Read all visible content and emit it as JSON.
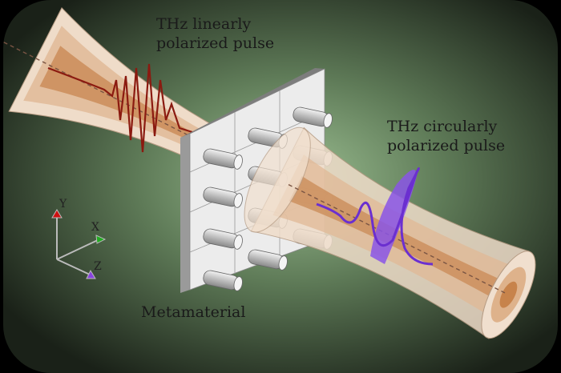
{
  "labels": {
    "linear_pulse": [
      "THz linearly",
      "polarized pulse"
    ],
    "circular_pulse": [
      "THz circularly",
      "polarized pulse"
    ],
    "metamaterial": "Metamaterial"
  },
  "axes": {
    "y": "Y",
    "x": "X",
    "z": "Z"
  },
  "colors": {
    "frame": "#000000",
    "background_center": "#8fb287",
    "background_edge": "#1d241b",
    "beam_outer": "#efdccb",
    "beam_core": "#c9884f",
    "linear_pulse": "#8b1a10",
    "circular_pulse": "#7a3fd6",
    "plate": "#e6e6e6",
    "axis_y": "#cc1111",
    "axis_x": "#22aa22",
    "axis_z": "#8844dd"
  }
}
